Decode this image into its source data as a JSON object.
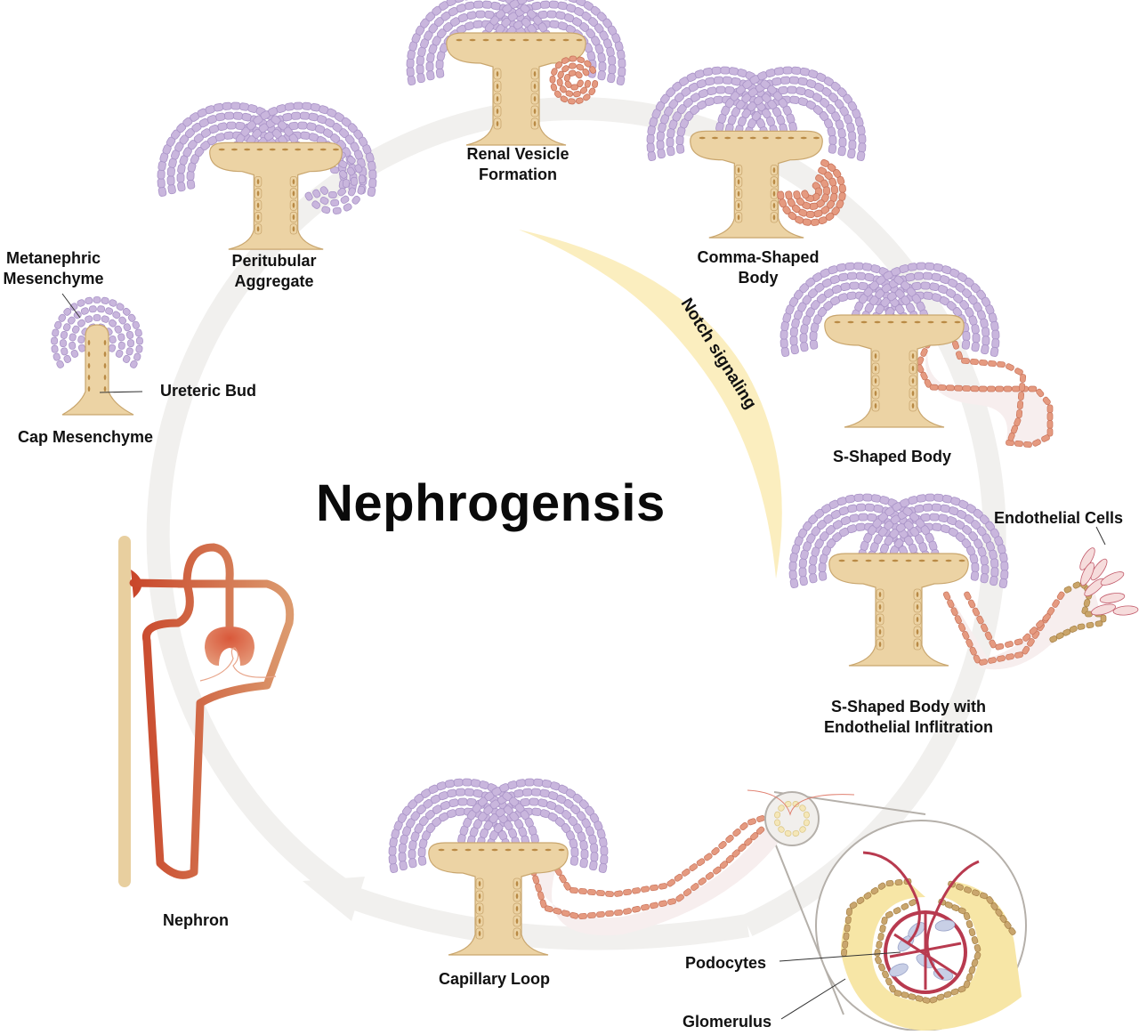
{
  "title": "Nephrogensis",
  "colors": {
    "mesenchyme": "#c9b6dd",
    "mesenchyme_stroke": "#a993c7",
    "ureteric_bud": "#ecd3a4",
    "ureteric_stroke": "#c9a66e",
    "nephron_epithelium": "#e59a80",
    "nephron_fill": "#f7eeee",
    "nephron_tube": "#cc5a36",
    "notch_band": "#fbeebf",
    "cycle_arrow": "#f1f0ee",
    "capillary": "#b83a4f",
    "podocyte": "#c8cfe6",
    "glomerulus_bowman": "#f7e6a6"
  },
  "stages": [
    {
      "id": "cap-mesenchyme",
      "label": "Cap Mesenchyme"
    },
    {
      "id": "peritubular-aggregate",
      "label_lines": [
        "Peritubular",
        "Aggregate"
      ]
    },
    {
      "id": "renal-vesicle",
      "label_lines": [
        "Renal Vesicle",
        "Formation"
      ]
    },
    {
      "id": "comma-shaped-body",
      "label_lines": [
        "Comma-Shaped",
        "Body"
      ]
    },
    {
      "id": "s-shaped-body",
      "label": "S-Shaped Body"
    },
    {
      "id": "s-shaped-endothelial",
      "label_lines": [
        "S-Shaped Body with",
        "Endothelial Inflitration"
      ]
    },
    {
      "id": "capillary-loop",
      "label": "Capillary Loop"
    },
    {
      "id": "nephron",
      "label": "Nephron"
    }
  ],
  "annotations": {
    "metanephric_mesenchyme": [
      "Metanephric",
      "Mesenchyme"
    ],
    "ureteric_bud": "Ureteric Bud",
    "endothelial_cells": "Endothelial Cells",
    "podocytes": "Podocytes",
    "glomerulus": "Glomerulus",
    "notch_signaling": "Notch signaling"
  }
}
